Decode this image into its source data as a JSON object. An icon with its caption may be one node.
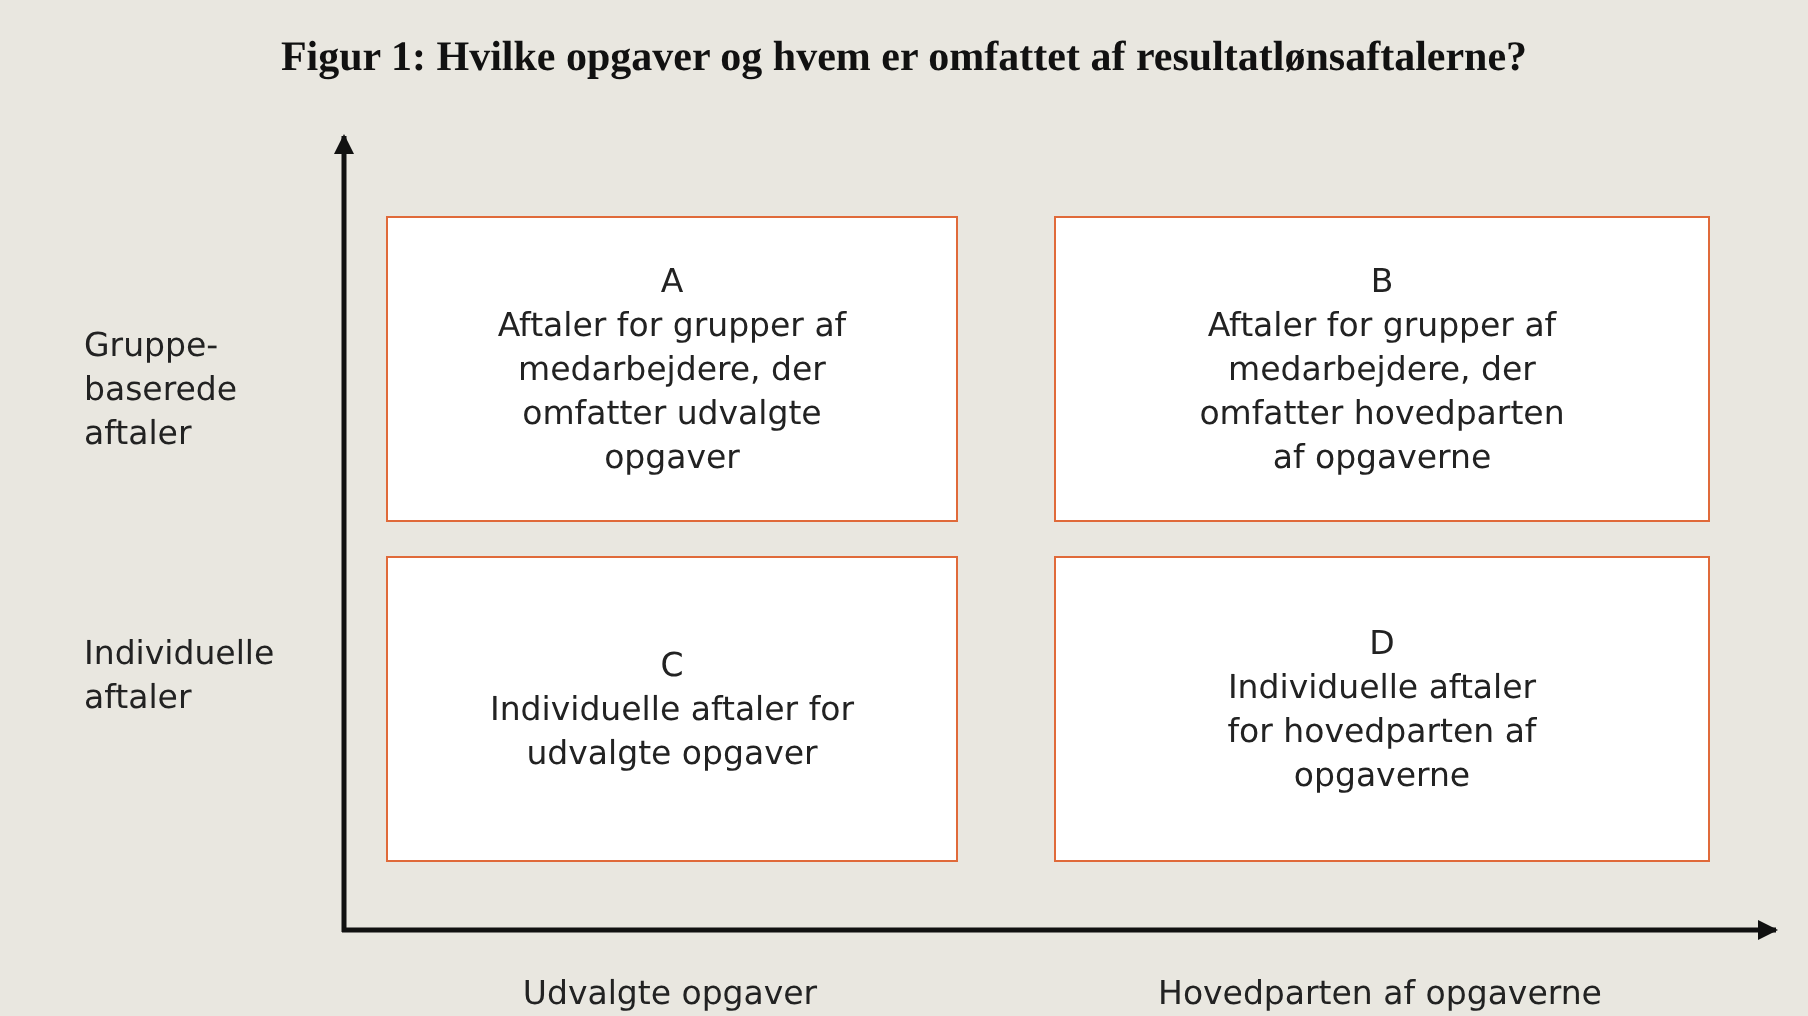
{
  "diagram": {
    "title": "Figur 1: Hvilke opgaver og hvem er omfattet af resultatlønsaftalerne?",
    "nodes": [
      {
        "text": [
          "A",
          "Aftaler for grupper af medarbejdere, der omfatter udvalgte opgaver"
        ]
      },
      {
        "text": [
          "B",
          "Aftaler for grupper af medarbejdere, der omfatter hovedparten af opgaverne"
        ]
      },
      {
        "text": [
          "C",
          "Individuelle aftaler for udvalgte opgaver"
        ]
      },
      {
        "text": [
          "D",
          "Individuelle aftaler for hovedparten af opgaverne"
        ]
      }
    ],
    "labels": [
      "Gruppe-baserede aftaler",
      "Individuelle aftaler",
      "Udvalgte opgaver",
      "Hovedparten af opgaverne"
    ]
  }
}
